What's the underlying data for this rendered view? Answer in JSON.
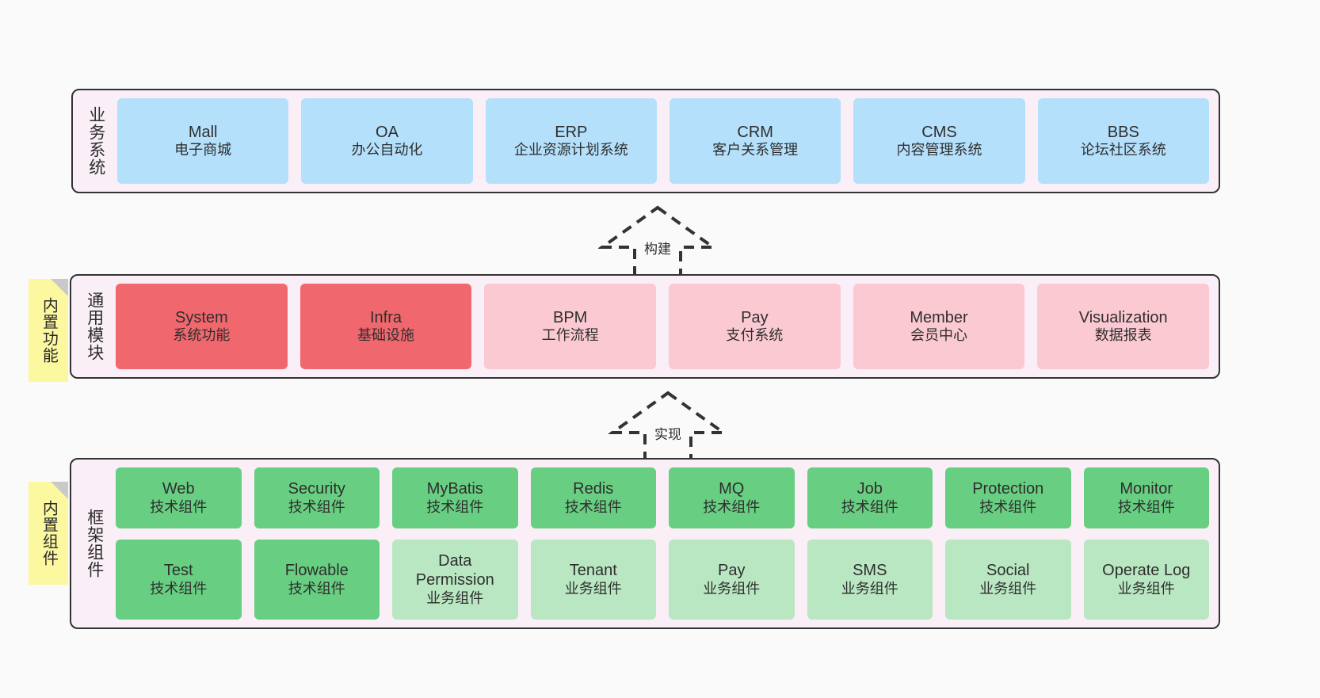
{
  "diagram": {
    "title_hidden": "",
    "colors": {
      "canvas": "#fafafa",
      "band_fill": "#faeef7",
      "band_border": "#333333",
      "blue": "#b5e0fb",
      "red": "#f1676e",
      "pink": "#fbc9d2",
      "green": "#68ce81",
      "green_light": "#b9e7c2",
      "note_yellow": "#fbf8a0",
      "note_fold": "#c9c9c9"
    }
  },
  "business_layer": {
    "label": "业务系统",
    "cards": [
      {
        "title": "Mall",
        "sub": "电子商城"
      },
      {
        "title": "OA",
        "sub": "办公自动化"
      },
      {
        "title": "ERP",
        "sub": "企业资源计划系统"
      },
      {
        "title": "CRM",
        "sub": "客户关系管理"
      },
      {
        "title": "CMS",
        "sub": "内容管理系统"
      },
      {
        "title": "BBS",
        "sub": "论坛社区系统"
      }
    ]
  },
  "arrow_build": {
    "label": "构建"
  },
  "common_layer": {
    "label": "通用模块",
    "note": "内置功能",
    "cards": [
      {
        "title": "System",
        "sub": "系统功能",
        "color": "red"
      },
      {
        "title": "Infra",
        "sub": "基础设施",
        "color": "red"
      },
      {
        "title": "BPM",
        "sub": "工作流程",
        "color": "pink"
      },
      {
        "title": "Pay",
        "sub": "支付系统",
        "color": "pink"
      },
      {
        "title": "Member",
        "sub": "会员中心",
        "color": "pink"
      },
      {
        "title": "Visualization",
        "sub": "数据报表",
        "color": "pink"
      }
    ]
  },
  "arrow_impl": {
    "label": "实现"
  },
  "framework_layer": {
    "label": "框架组件",
    "note": "内置组件",
    "row1": [
      {
        "title": "Web",
        "sub": "技术组件",
        "color": "green"
      },
      {
        "title": "Security",
        "sub": "技术组件",
        "color": "green"
      },
      {
        "title": "MyBatis",
        "sub": "技术组件",
        "color": "green"
      },
      {
        "title": "Redis",
        "sub": "技术组件",
        "color": "green"
      },
      {
        "title": "MQ",
        "sub": "技术组件",
        "color": "green"
      },
      {
        "title": "Job",
        "sub": "技术组件",
        "color": "green"
      },
      {
        "title": "Protection",
        "sub": "技术组件",
        "color": "green"
      },
      {
        "title": "Monitor",
        "sub": "技术组件",
        "color": "green"
      }
    ],
    "row2": [
      {
        "title": "Test",
        "sub": "技术组件",
        "color": "green"
      },
      {
        "title": "Flowable",
        "sub": "技术组件",
        "color": "green"
      },
      {
        "title": "Data Permission",
        "sub": "业务组件",
        "color": "greenlight"
      },
      {
        "title": "Tenant",
        "sub": "业务组件",
        "color": "greenlight"
      },
      {
        "title": "Pay",
        "sub": "业务组件",
        "color": "greenlight"
      },
      {
        "title": "SMS",
        "sub": "业务组件",
        "color": "greenlight"
      },
      {
        "title": "Social",
        "sub": "业务组件",
        "color": "greenlight"
      },
      {
        "title": "Operate Log",
        "sub": "业务组件",
        "color": "greenlight"
      }
    ]
  }
}
